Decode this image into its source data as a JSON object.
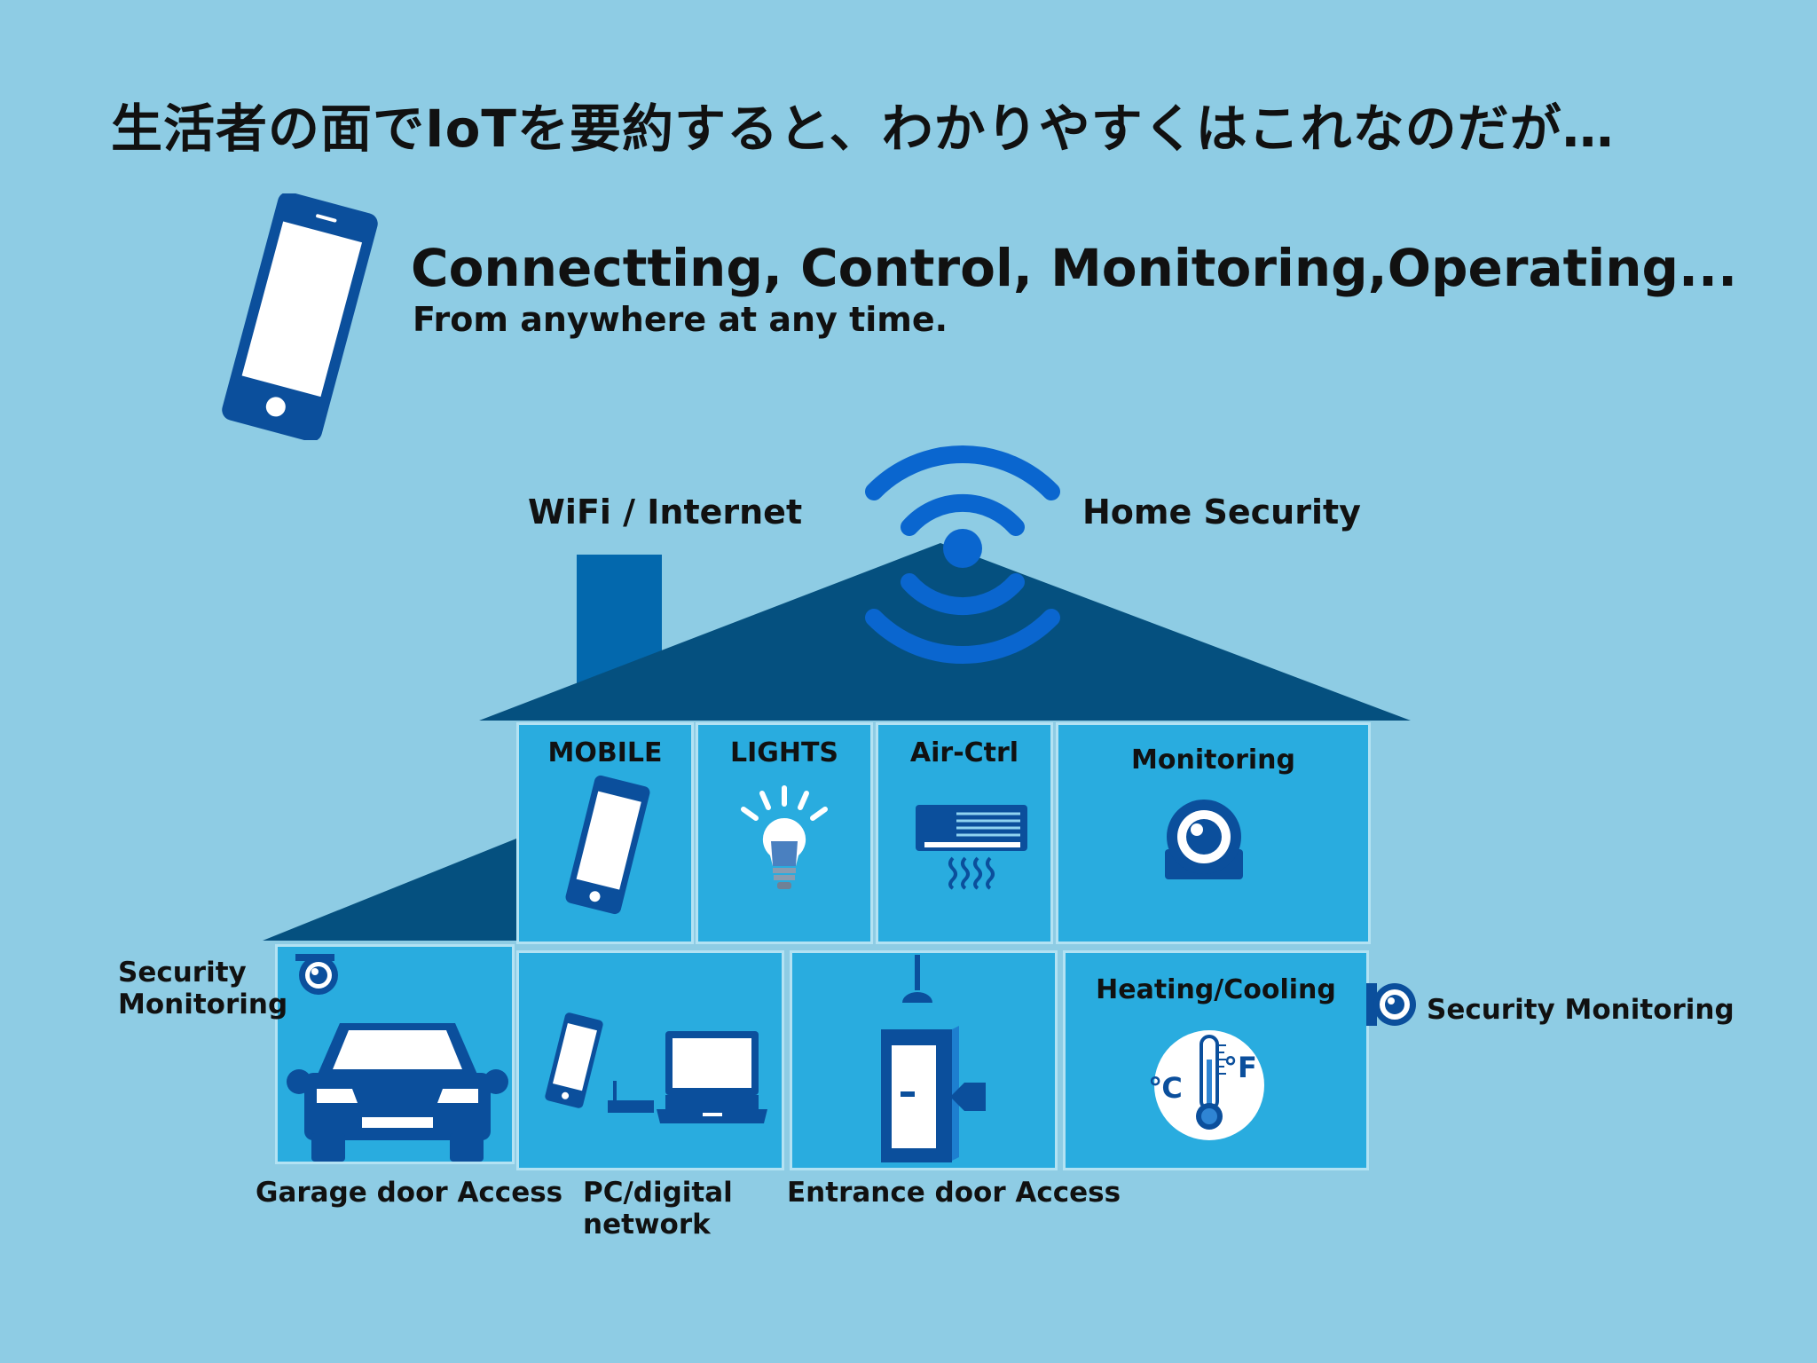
{
  "colors": {
    "background": "#8ecce4",
    "roof": "#05507f",
    "room": "#29acdf",
    "icon": "#0b4f9c",
    "wifi": "#0a66cf"
  },
  "header": {
    "title": "生活者の面でIoTを要約すると、わかりやすくはこれなのだが…"
  },
  "tagline": {
    "main": "Connectting, Control, Monitoring,Operating...",
    "sub": "From anywhere at any time."
  },
  "labels": {
    "wifi": "WiFi / Internet",
    "home_security": "Home Security",
    "security_left_1": "Security",
    "security_left_2": "Monitoring",
    "security_right": "Security Monitoring"
  },
  "rooms": {
    "mobile": "MOBILE",
    "lights": "LIGHTS",
    "air": "Air-Ctrl",
    "monitoring": "Monitoring",
    "heating": "Heating/Cooling",
    "celsius": "℃",
    "fahrenheit": "°F"
  },
  "captions": {
    "garage": "Garage door Access",
    "pc_1": "PC/digital",
    "pc_2": "network",
    "entrance": "Entrance door Access"
  },
  "icons": [
    "smartphone-icon",
    "wifi-icon",
    "lightbulb-icon",
    "air-conditioner-icon",
    "camera-icon",
    "car-icon",
    "laptop-icon",
    "router-icon",
    "door-icon",
    "thermometer-icon"
  ]
}
